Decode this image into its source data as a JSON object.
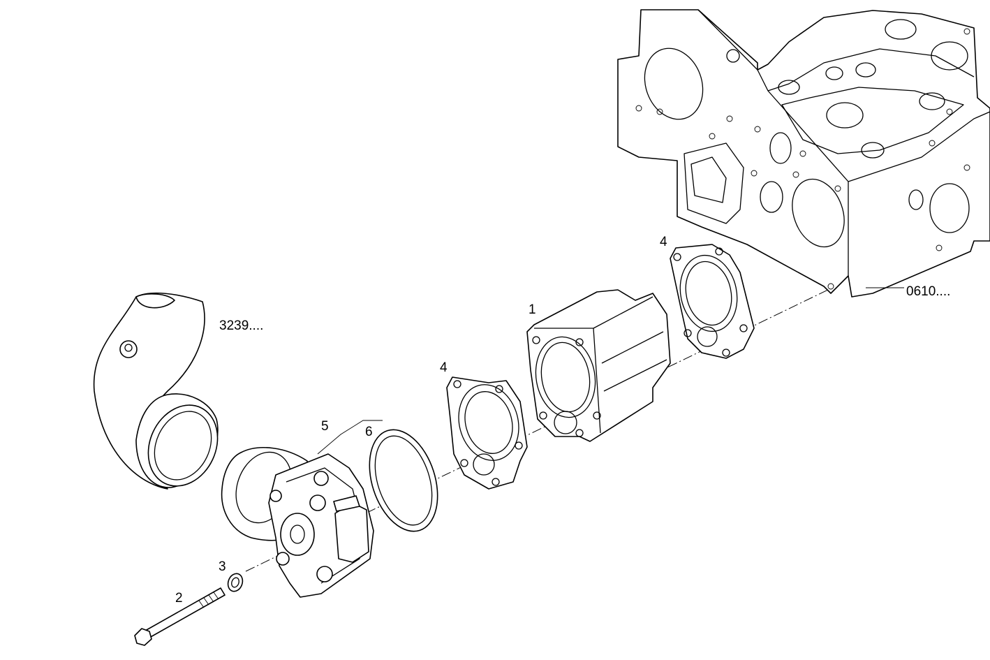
{
  "diagram": {
    "callouts": {
      "part_1": "1",
      "part_2": "2",
      "part_3": "3",
      "part_4a": "4",
      "part_4b": "4",
      "part_5": "5",
      "part_6": "6",
      "ref_pipe": "3239....",
      "ref_block": "0610...."
    }
  }
}
